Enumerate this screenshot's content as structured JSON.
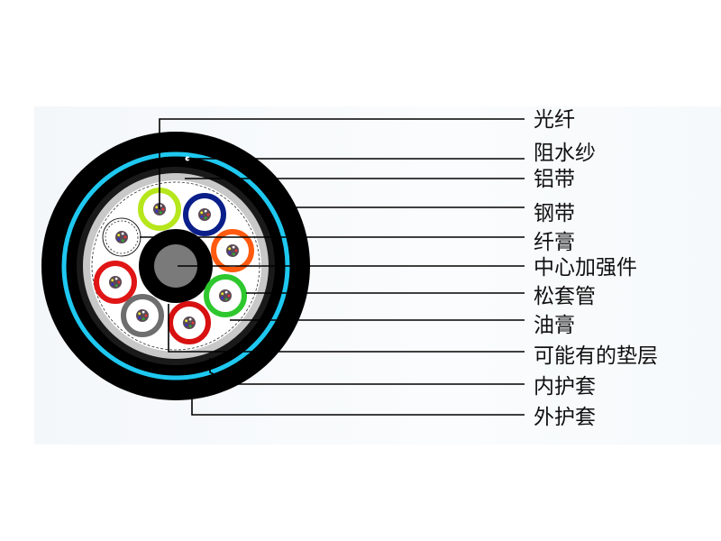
{
  "labels": [
    "光纤",
    "阻水纱",
    "铝带",
    "钢带",
    "纤膏",
    "中心加强件",
    "松套管",
    "油膏",
    "可能有的垫层",
    "内护套",
    "外护套"
  ],
  "colors": {
    "outer_sheath": "#000000",
    "water_blocking_yarn": "#1ec8f0",
    "steel_tape": "#1a1a1a",
    "aluminum_tape": "#c8c8c8",
    "filling": "#ffffff",
    "center_member": "#7a7a7a"
  },
  "tubes": [
    {
      "name": "yellow-green",
      "color": "#b6e61c"
    },
    {
      "name": "blue",
      "color": "#0a1f8a"
    },
    {
      "name": "white",
      "color": "#ffffff"
    },
    {
      "name": "orange",
      "color": "#ff5a10"
    },
    {
      "name": "red",
      "color": "#e01515"
    },
    {
      "name": "green",
      "color": "#2ec82e"
    },
    {
      "name": "gray",
      "color": "#6e6e6e"
    },
    {
      "name": "red",
      "color": "#d81010"
    }
  ]
}
